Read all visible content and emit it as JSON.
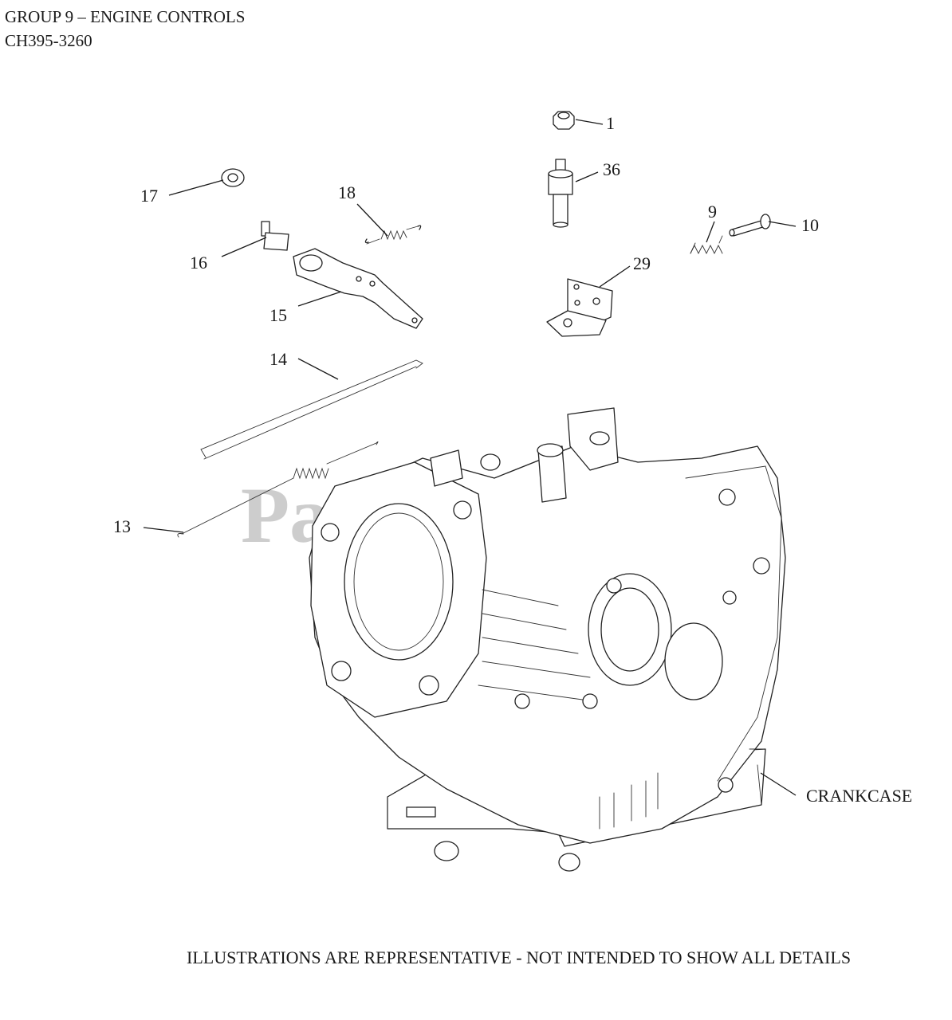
{
  "header": {
    "title": "GROUP 9 – ENGINE CONTROLS",
    "model": "CH395-3260"
  },
  "watermark": "PartsTree",
  "callouts": [
    {
      "id": "1",
      "label": "1",
      "part": "nut"
    },
    {
      "id": "36",
      "label": "36",
      "part": "shaft"
    },
    {
      "id": "17",
      "label": "17",
      "part": "nut"
    },
    {
      "id": "18",
      "label": "18",
      "part": "spring"
    },
    {
      "id": "16",
      "label": "16",
      "part": "bolt"
    },
    {
      "id": "9",
      "label": "9",
      "part": "spring"
    },
    {
      "id": "10",
      "label": "10",
      "part": "bolt"
    },
    {
      "id": "29",
      "label": "29",
      "part": "bracket"
    },
    {
      "id": "15",
      "label": "15",
      "part": "lever"
    },
    {
      "id": "14",
      "label": "14",
      "part": "rod"
    },
    {
      "id": "13",
      "label": "13",
      "part": "spring-link"
    }
  ],
  "assembly_label": "CRANKCASE",
  "footer": "ILLUSTRATIONS ARE REPRESENTATIVE - NOT INTENDED TO SHOW ALL DETAILS",
  "colors": {
    "ink": "#1a1a1a",
    "watermark": "#bdbdbd",
    "background": "#ffffff"
  }
}
